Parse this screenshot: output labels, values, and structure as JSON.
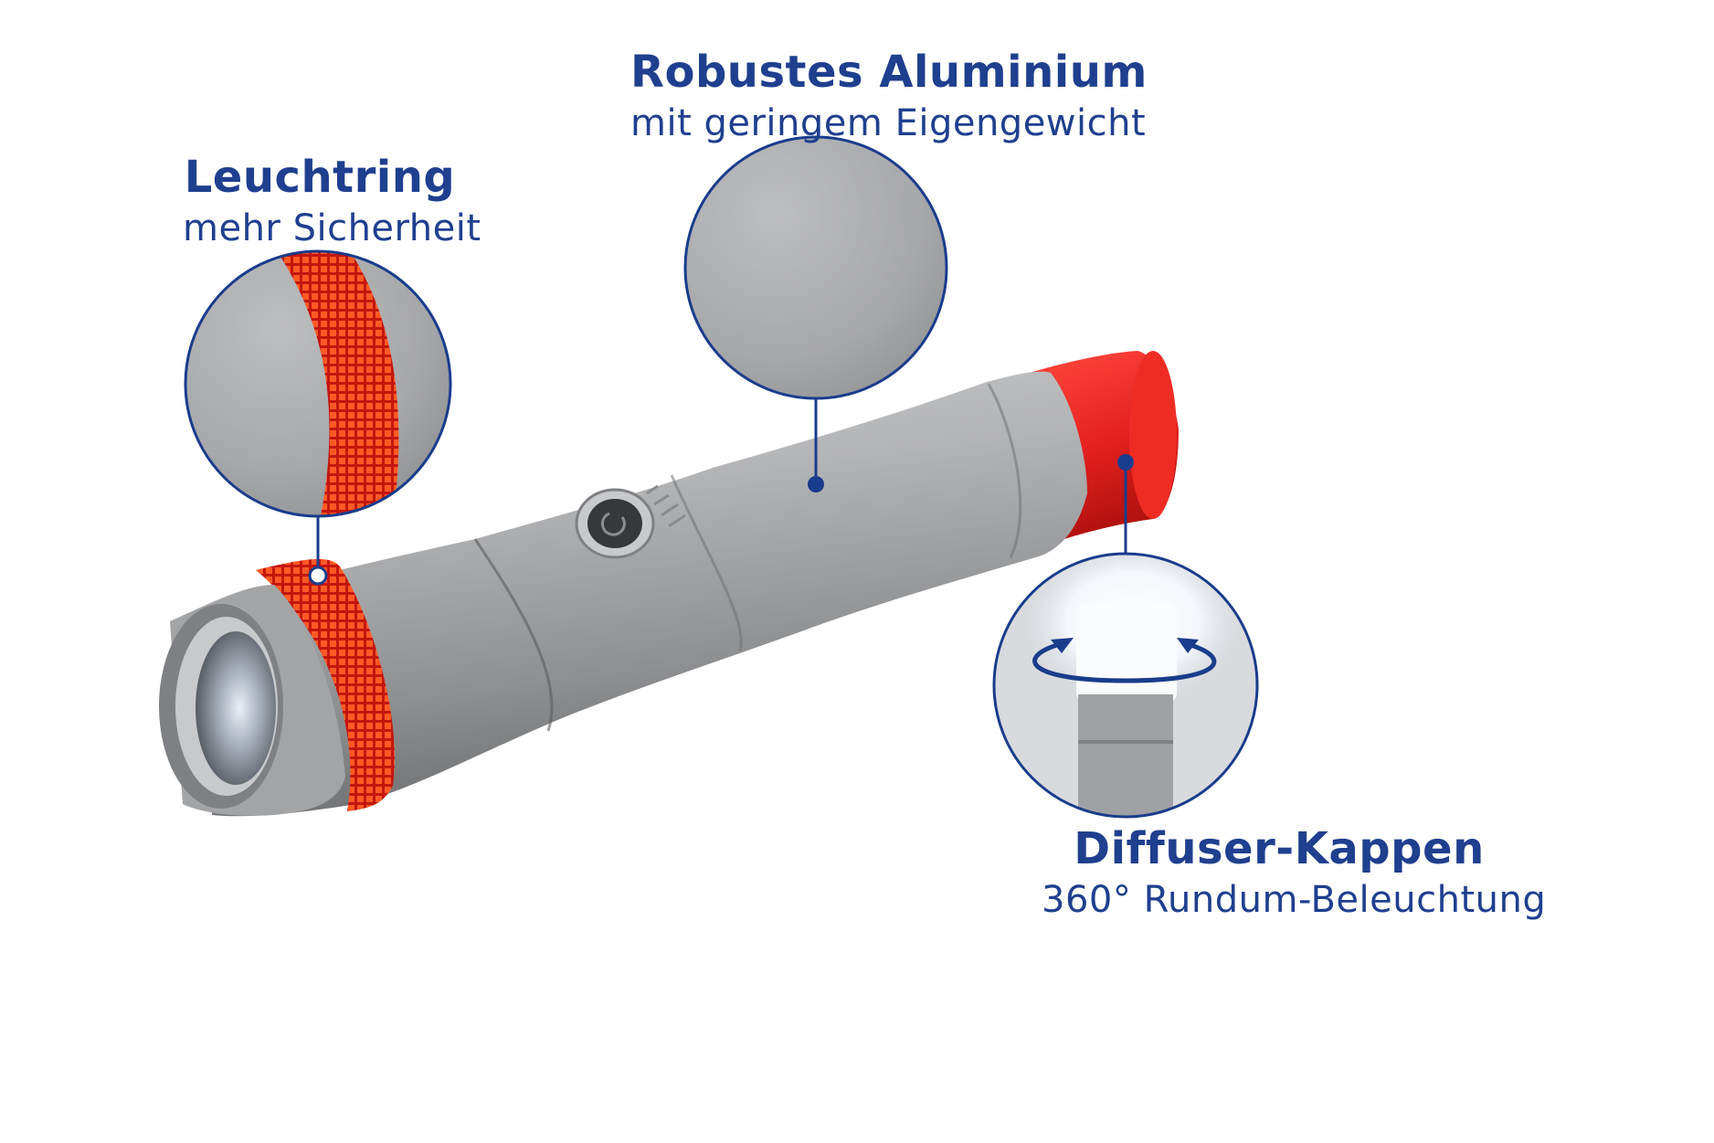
{
  "callouts": {
    "aluminium": {
      "title": "Robustes Aluminium",
      "subtitle": "mit geringem Eigengewicht"
    },
    "ring": {
      "title": "Leuchtring",
      "subtitle": "mehr Sicherheit"
    },
    "diffuser": {
      "title": "Diffuser-Kappen",
      "subtitle": "360° Rundum-Beleuchtung"
    }
  },
  "colors": {
    "label_blue": "#1f3f8f",
    "body_gray": "#a9aaac",
    "accent_red": "#e3201f",
    "callout_line": "#1a3c8c"
  },
  "icons": [
    "power-icon",
    "rotate-arrow-icon"
  ]
}
